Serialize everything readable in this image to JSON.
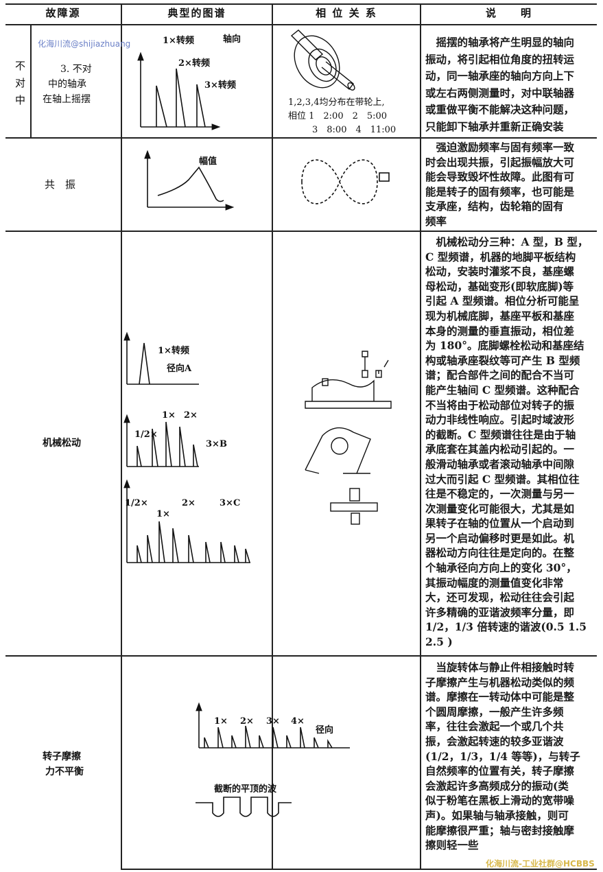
{
  "header": {
    "col1": "故障源",
    "col2": "典型的图谱",
    "col3": "相 位 关 系",
    "col4": "说　　明"
  },
  "rows": [
    {
      "group": "不对中",
      "source": [
        "3. 不对",
        "中的轴承",
        "在轴上摇摆"
      ],
      "chart_labels": [
        "1×转频",
        "轴向",
        "2×转频",
        "3×转频"
      ],
      "phase": [
        "1,2,3,4均分布在带轮上,",
        "相位  1　2:00　2　5:00",
        "3　8:00　4　11:00"
      ],
      "desc": [
        "　摇摆的轴承将产生明显的轴向",
        "振动，将引起相位角度的扭转运",
        "动，同一轴承座的轴向方向上下",
        "或左右两侧测量时，对中联轴器",
        "或重做平衡不能解决这种问题，",
        "只能卸下轴承并重新正确安装"
      ]
    },
    {
      "source": [
        "共　振"
      ],
      "chart_labels": [
        "幅值"
      ],
      "desc": [
        "　强迫激励频率与固有频率一致",
        "时会出现共振，引起振幅放大可",
        "能会导致毁坏性故障。此图有可",
        "能是转子的固有频率，也可能是",
        "支承座，结构，齿轮箱的固有",
        "频率"
      ]
    },
    {
      "source": [
        "机械松动"
      ],
      "chart_labels": [
        "1×转频",
        "径向A",
        "1×",
        "2×",
        "1/2×",
        "3×B",
        "1/2×",
        "1×",
        "2×",
        "3×C"
      ],
      "desc": [
        "　机械松动分三种：A 型，B 型，",
        "C 型频谱，机器的地脚平板结构",
        "松动，安装时灌浆不良，基座螺",
        "母松动，基础变形(即软底脚)等",
        "引起 A 型频谱。相位分析可能呈",
        "现为机械底脚，基座平板和基座",
        "本身的测量的垂直振动，相位差",
        "为 180°。底脚螺栓松动和基座结",
        "构或轴承座裂纹等可产生 B 型频",
        "谱；配合部件之间的配合不当可",
        "能产生轴间 C 型频谱。这种配合",
        "不当将由于松动部位对转子的振",
        "动力非线性响应。引起时域波形",
        "的截断。C 型频谱往往是由于轴",
        "承底套在其盖内松动引起的。一",
        "般滑动轴承或者滚动轴承中间隙",
        "过大而引起 C 型频谱。其相位往",
        "往是不稳定的，一次测量与另一",
        "次测量变化可能很大，尤其是如",
        "果转子在轴的位置从一个启动到",
        "另一个启动偏移时更是如此。机",
        "器松动方向往往是定向的。在整",
        "个轴承径向方向上的变化 30°，",
        "其振动幅度的测量值变化非常",
        "大，还可发现，松动往往会引起",
        "许多精确的亚谐波频率分量，即",
        "1/2，1/3 倍转速的谐波(0.5 1.5",
        "2.5 )"
      ]
    },
    {
      "source": [
        "转子摩擦",
        "力不平衡"
      ],
      "chart_labels": [
        "1×",
        "2×",
        "3×",
        "4×",
        "径向",
        "截断的平顶的波"
      ],
      "desc": [
        "　当旋转体与静止件相接触时转",
        "子摩擦产生与机器松动类似的频",
        "谱。摩擦在一转动体中可能是整",
        "个圆周摩擦，一般产生许多频",
        "率，往往会激起一个或几个共",
        "振，会激起转速的较多亚谐波",
        "(1/2，1/3，1/4 等等)，与转子",
        "自然频率的位置有关，转子摩擦",
        "会激起许多高频成分的振动(类",
        "似于粉笔在黑板上滑动的宽带噪",
        "声)。如果轴与轴承接触，则可",
        "能摩擦很严重；轴与密封接触摩",
        "擦则轻一些"
      ]
    }
  ],
  "watermarks": {
    "top": "化海川流@shijiazhuang",
    "bottom": "化海川流-工业社群@HCBBS"
  }
}
